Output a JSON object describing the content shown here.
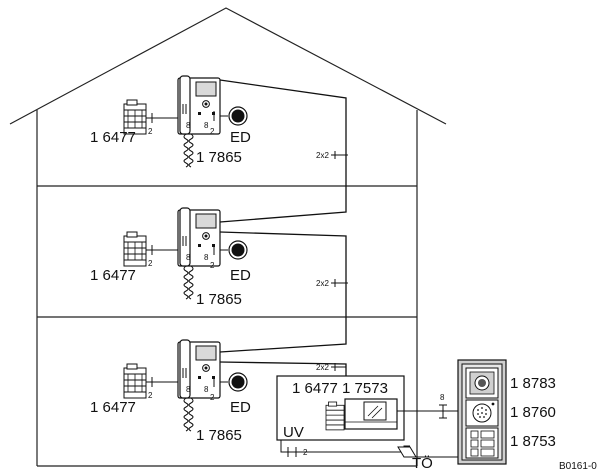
{
  "floors": [
    {
      "id": "top",
      "distributor_label": "1 6477",
      "handset_label": "1 7865",
      "bell_label": "ED",
      "wire_count_left": "2",
      "wire_count_right": "2",
      "wire_count_riser_1": "8",
      "wire_count_riser_2": "8",
      "riser_label": "2x2"
    },
    {
      "id": "middle",
      "distributor_label": "1 6477",
      "handset_label": "1 7865",
      "bell_label": "ED",
      "wire_count_left": "2",
      "wire_count_right": "2",
      "wire_count_riser_1": "8",
      "wire_count_riser_2": "8",
      "riser_label": "2x2"
    },
    {
      "id": "bottom",
      "distributor_label": "1 6477",
      "handset_label": "1 7865",
      "bell_label": "ED",
      "wire_count_left": "2",
      "wire_count_right": "2",
      "wire_count_riser_1": "8",
      "wire_count_riser_2": "8",
      "riser_label": "2x2"
    }
  ],
  "uv_box": {
    "label_parts": "1 6477 1 7573",
    "label_uv": "UV",
    "wire_count": "2"
  },
  "door_station": {
    "camera_module": "1 8783",
    "speaker_module": "1 8760",
    "button_module": "1 8753",
    "link_wire_count": "8"
  },
  "door_opener_label": "TÖ",
  "drawing_code": "B0161-0"
}
